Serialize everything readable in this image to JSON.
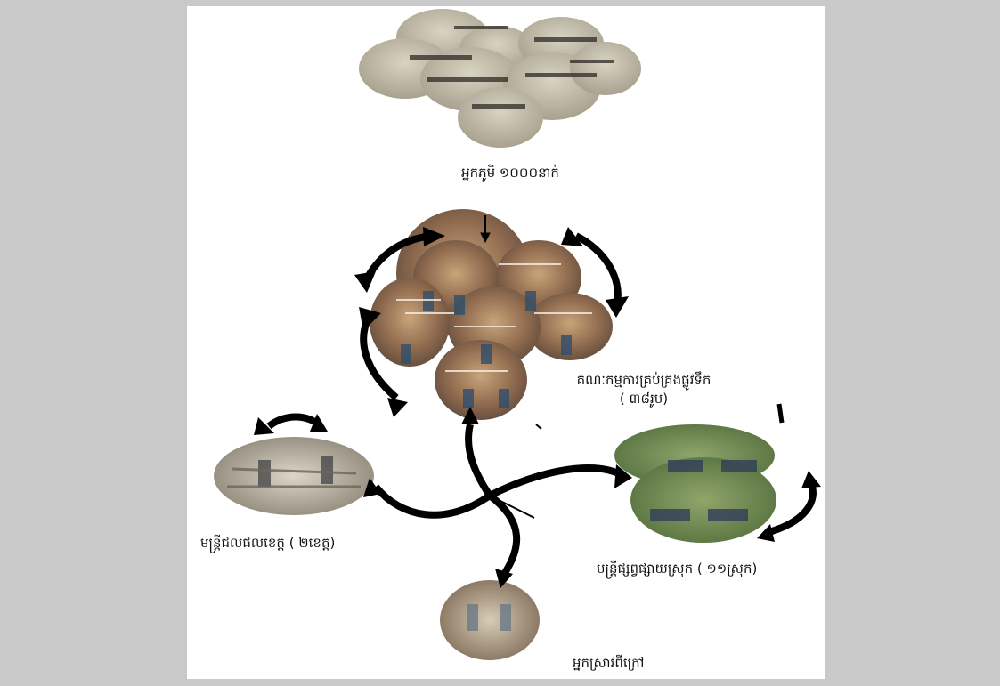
{
  "labels": {
    "villagers": "អ្នកភូមិ ១០០០នាក់",
    "committee_line1": "គណៈកម្មការគ្រប់គ្រងផ្លូវទឹក",
    "committee_line2": "( ៣៨រូប)",
    "provincial_officials": "មន្ត្រីជលផលខេត្ត ( ២ខេត្ត)",
    "district_officials": "មន្ត្រីផ្សព្វផ្សាយស្រុក ( ១១ស្រុក)",
    "external_researchers": "អ្នកស្រាវពីក្រៅ"
  },
  "colors": {
    "background": "#c9c9c9",
    "canvas": "#ffffff",
    "arrow": "#000000"
  }
}
